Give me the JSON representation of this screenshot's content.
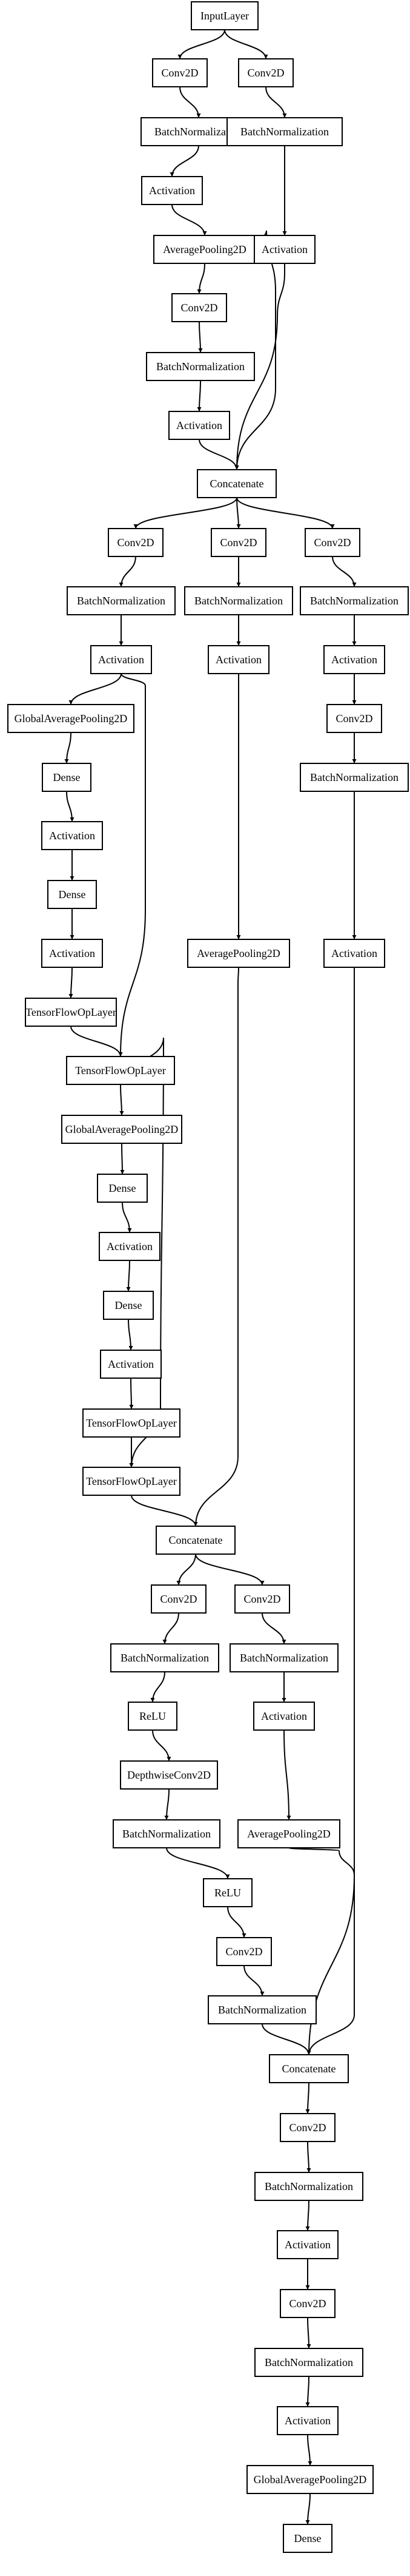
{
  "colors": {
    "background": "#ffffff",
    "line": "#000000",
    "box_fill": "#ffffff"
  },
  "nodes": [
    {
      "id": "n0",
      "label": "InputLayer"
    },
    {
      "id": "n1",
      "label": "Conv2D"
    },
    {
      "id": "n2",
      "label": "Conv2D"
    },
    {
      "id": "n3",
      "label": "BatchNormalization"
    },
    {
      "id": "n4",
      "label": "BatchNormalization"
    },
    {
      "id": "n5",
      "label": "Activation"
    },
    {
      "id": "n6",
      "label": "AveragePooling2D"
    },
    {
      "id": "n7",
      "label": "Activation"
    },
    {
      "id": "n8",
      "label": "Conv2D"
    },
    {
      "id": "n9",
      "label": "BatchNormalization"
    },
    {
      "id": "n10",
      "label": "Activation"
    },
    {
      "id": "n11",
      "label": "Concatenate"
    },
    {
      "id": "n12",
      "label": "Conv2D"
    },
    {
      "id": "n13",
      "label": "Conv2D"
    },
    {
      "id": "n14",
      "label": "Conv2D"
    },
    {
      "id": "n15",
      "label": "BatchNormalization"
    },
    {
      "id": "n16",
      "label": "BatchNormalization"
    },
    {
      "id": "n17",
      "label": "BatchNormalization"
    },
    {
      "id": "n18",
      "label": "Activation"
    },
    {
      "id": "n19",
      "label": "Activation"
    },
    {
      "id": "n20",
      "label": "Activation"
    },
    {
      "id": "n21",
      "label": "GlobalAveragePooling2D"
    },
    {
      "id": "n22",
      "label": "Conv2D"
    },
    {
      "id": "n23",
      "label": "Dense"
    },
    {
      "id": "n24",
      "label": "BatchNormalization"
    },
    {
      "id": "n25",
      "label": "Activation"
    },
    {
      "id": "n26",
      "label": "Dense"
    },
    {
      "id": "n27",
      "label": "AveragePooling2D"
    },
    {
      "id": "n28",
      "label": "Activation"
    },
    {
      "id": "n29",
      "label": "Activation"
    },
    {
      "id": "n30",
      "label": "TensorFlowOpLayer"
    },
    {
      "id": "n31",
      "label": "TensorFlowOpLayer"
    },
    {
      "id": "n32",
      "label": "GlobalAveragePooling2D"
    },
    {
      "id": "n33",
      "label": "Dense"
    },
    {
      "id": "n34",
      "label": "Activation"
    },
    {
      "id": "n35",
      "label": "Dense"
    },
    {
      "id": "n36",
      "label": "Activation"
    },
    {
      "id": "n37",
      "label": "TensorFlowOpLayer"
    },
    {
      "id": "n38",
      "label": "TensorFlowOpLayer"
    },
    {
      "id": "n39",
      "label": "Concatenate"
    },
    {
      "id": "n40",
      "label": "Conv2D"
    },
    {
      "id": "n41",
      "label": "Conv2D"
    },
    {
      "id": "n42",
      "label": "BatchNormalization"
    },
    {
      "id": "n43",
      "label": "BatchNormalization"
    },
    {
      "id": "n44",
      "label": "ReLU"
    },
    {
      "id": "n45",
      "label": "Activation"
    },
    {
      "id": "n46",
      "label": "DepthwiseConv2D"
    },
    {
      "id": "n47",
      "label": "AveragePooling2D"
    },
    {
      "id": "n48",
      "label": "BatchNormalization"
    },
    {
      "id": "n49",
      "label": "ReLU"
    },
    {
      "id": "n50",
      "label": "Conv2D"
    },
    {
      "id": "n51",
      "label": "BatchNormalization"
    },
    {
      "id": "n52",
      "label": "Concatenate"
    },
    {
      "id": "n53",
      "label": "Conv2D"
    },
    {
      "id": "n54",
      "label": "BatchNormalization"
    },
    {
      "id": "n55",
      "label": "Activation"
    },
    {
      "id": "n56",
      "label": "Conv2D"
    },
    {
      "id": "n57",
      "label": "BatchNormalization"
    },
    {
      "id": "n58",
      "label": "Activation"
    },
    {
      "id": "n59",
      "label": "GlobalAveragePooling2D"
    },
    {
      "id": "n60",
      "label": "Dense"
    }
  ],
  "edges": [
    [
      "n0",
      "n1"
    ],
    [
      "n0",
      "n2"
    ],
    [
      "n1",
      "n3"
    ],
    [
      "n2",
      "n4"
    ],
    [
      "n3",
      "n5"
    ],
    [
      "n4",
      "n7"
    ],
    [
      "n5",
      "n6"
    ],
    [
      "n6",
      "n8"
    ],
    [
      "n8",
      "n9"
    ],
    [
      "n9",
      "n10"
    ],
    [
      "n10",
      "n11"
    ],
    [
      "n6",
      "n11"
    ],
    [
      "n7",
      "n11"
    ],
    [
      "n11",
      "n12"
    ],
    [
      "n11",
      "n13"
    ],
    [
      "n11",
      "n14"
    ],
    [
      "n12",
      "n15"
    ],
    [
      "n13",
      "n16"
    ],
    [
      "n14",
      "n17"
    ],
    [
      "n15",
      "n18"
    ],
    [
      "n16",
      "n19"
    ],
    [
      "n17",
      "n20"
    ],
    [
      "n18",
      "n21"
    ],
    [
      "n20",
      "n22"
    ],
    [
      "n21",
      "n23"
    ],
    [
      "n22",
      "n24"
    ],
    [
      "n23",
      "n25"
    ],
    [
      "n25",
      "n26"
    ],
    [
      "n19",
      "n27"
    ],
    [
      "n26",
      "n28"
    ],
    [
      "n24",
      "n29"
    ],
    [
      "n28",
      "n30"
    ],
    [
      "n18",
      "n31"
    ],
    [
      "n30",
      "n31"
    ],
    [
      "n31",
      "n32"
    ],
    [
      "n32",
      "n33"
    ],
    [
      "n33",
      "n34"
    ],
    [
      "n34",
      "n35"
    ],
    [
      "n35",
      "n36"
    ],
    [
      "n36",
      "n37"
    ],
    [
      "n31",
      "n38"
    ],
    [
      "n37",
      "n38"
    ],
    [
      "n38",
      "n39"
    ],
    [
      "n27",
      "n39"
    ],
    [
      "n39",
      "n40"
    ],
    [
      "n39",
      "n41"
    ],
    [
      "n40",
      "n42"
    ],
    [
      "n41",
      "n43"
    ],
    [
      "n42",
      "n44"
    ],
    [
      "n43",
      "n45"
    ],
    [
      "n44",
      "n46"
    ],
    [
      "n45",
      "n47"
    ],
    [
      "n46",
      "n48"
    ],
    [
      "n48",
      "n49"
    ],
    [
      "n49",
      "n50"
    ],
    [
      "n50",
      "n51"
    ],
    [
      "n51",
      "n52"
    ],
    [
      "n47",
      "n52"
    ],
    [
      "n29",
      "n52"
    ],
    [
      "n52",
      "n53"
    ],
    [
      "n53",
      "n54"
    ],
    [
      "n54",
      "n55"
    ],
    [
      "n55",
      "n56"
    ],
    [
      "n56",
      "n57"
    ],
    [
      "n57",
      "n58"
    ],
    [
      "n58",
      "n59"
    ],
    [
      "n59",
      "n60"
    ]
  ]
}
